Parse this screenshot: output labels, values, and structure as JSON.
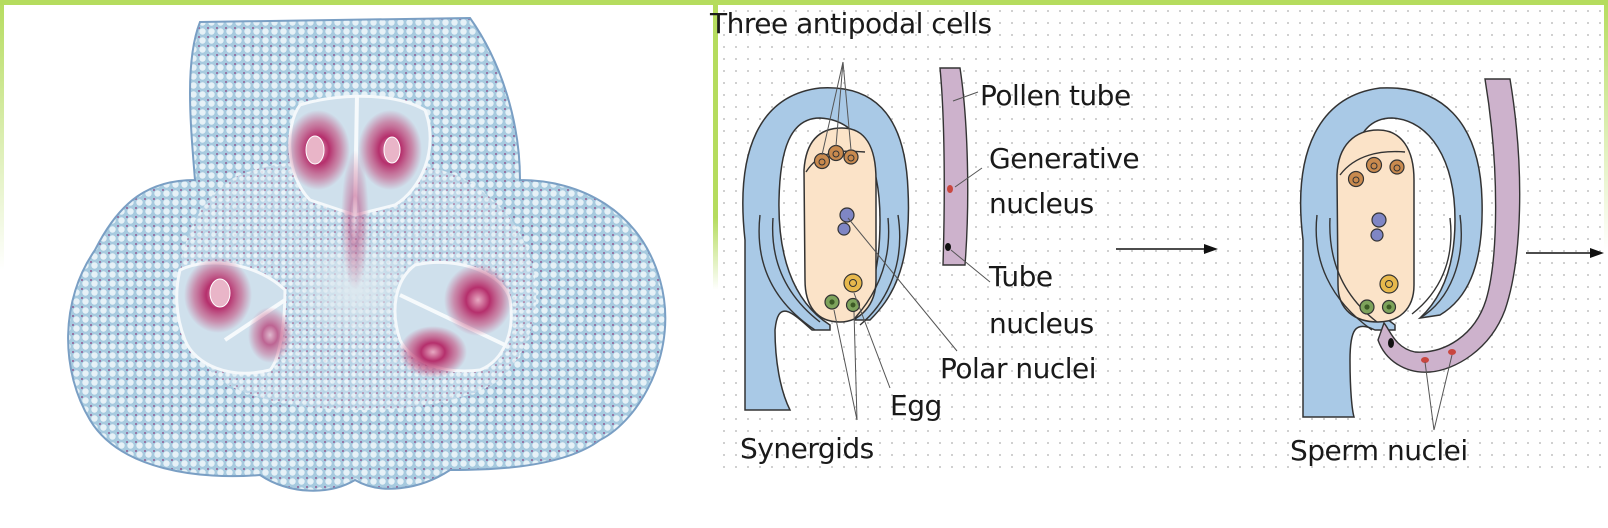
{
  "figure": {
    "frame_color": "#b5dc5e",
    "left_panel": {
      "type": "micrograph",
      "subject": "ovary-cross-section",
      "colors": {
        "tissue": "#9fc3dc",
        "stain": "#b3306a",
        "background": "#ffffff"
      }
    },
    "right_panel": {
      "type": "labeled-diagram",
      "labels": {
        "antipodal": "Three antipodal cells",
        "pollen_tube": "Pollen tube",
        "generative_1": "Generative",
        "generative_2": "nucleus",
        "tube_1": "Tube",
        "tube_2": "nucleus",
        "polar": "Polar nuclei",
        "egg": "Egg",
        "synergids": "Synergids",
        "sperm": "Sperm nuclei"
      },
      "colors": {
        "integument": "#a9c9e6",
        "embryo_sac": "#fbe3c8",
        "pollen_tube": "#cdb2cc",
        "antipodal": "#c98a4e",
        "polar": "#7f86c4",
        "egg": "#e7b84c",
        "synergid": "#7da35b",
        "sperm": "#c9473f"
      }
    }
  }
}
